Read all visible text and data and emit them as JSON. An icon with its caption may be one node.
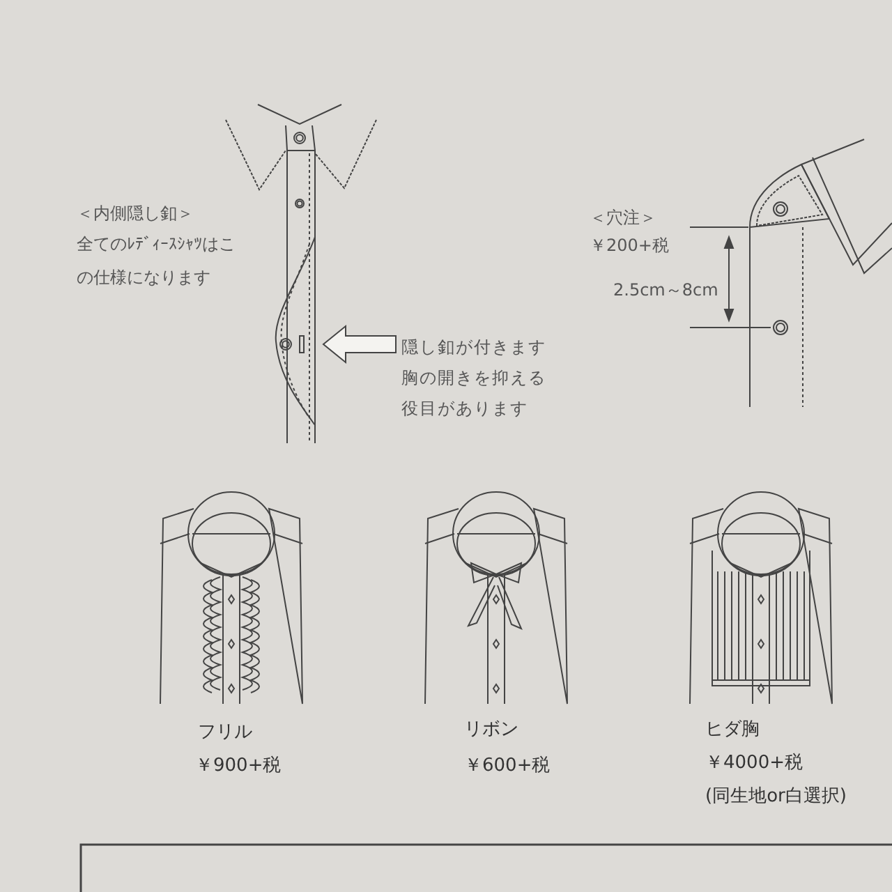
{
  "diagram": {
    "nodes": [
      {
        "text": [
          "隠し釦が付きます胸の開きを抑える役目があります"
        ]
      },
      {
        "text": [],
        "shape": "picture"
      }
    ],
    "edges": [
      {
        "from": 0,
        "to": 1,
        "arrow": "to"
      }
    ],
    "labels": [
      "＜内側隠し釦＞",
      "全てのﾚﾃﾞｨｰｽｼｬﾂはこの仕様になります",
      "＜穴注＞",
      "￥200+税",
      "2.5cm～8cm",
      "フリル",
      "￥900+税",
      "リボン",
      "￥600+税",
      "ヒダ胸",
      "￥4000+税",
      "(同生地or白選択)"
    ]
  }
}
